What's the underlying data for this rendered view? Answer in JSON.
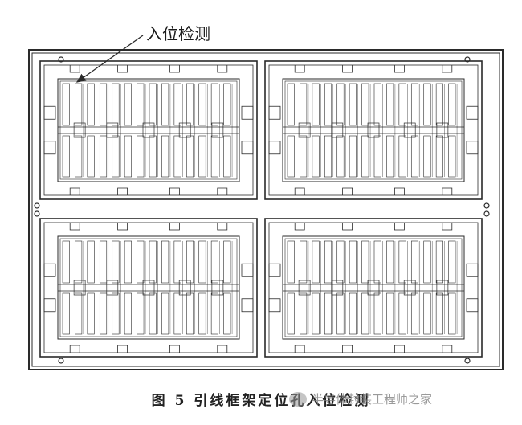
{
  "annotation": {
    "label": "入位检测"
  },
  "caption": {
    "text": "图 5  引线框架定位孔入位检测"
  },
  "watermark": {
    "text": "半导体封装工程师之家",
    "icon": "wechat-icon"
  },
  "colors": {
    "line": "#2a2a2a",
    "background": "#ffffff"
  }
}
